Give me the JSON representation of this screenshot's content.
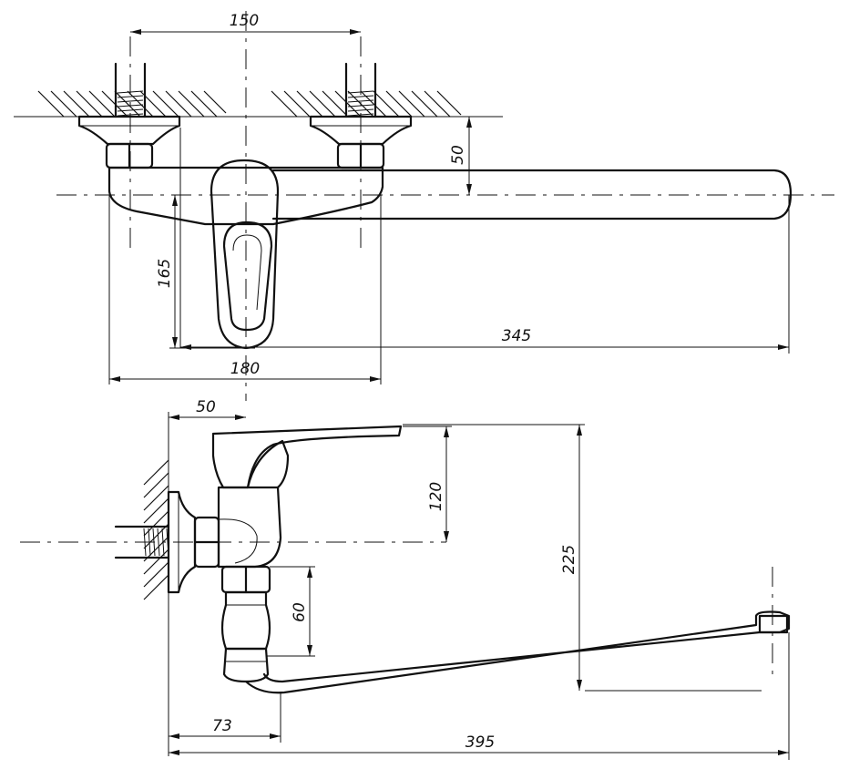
{
  "top_view": {
    "dimensions": {
      "inlet_spacing": "150",
      "height_offset": "50",
      "handle_height": "165",
      "spout_length": "345",
      "body_width": "180"
    }
  },
  "side_view": {
    "dimensions": {
      "wall_to_axis": "50",
      "axis_to_top": "120",
      "total_height": "225",
      "lower_offset": "60",
      "wall_to_body": "73",
      "total_reach": "395"
    }
  }
}
